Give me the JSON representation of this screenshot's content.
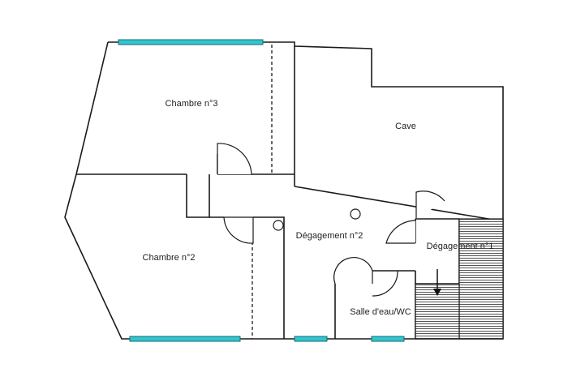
{
  "rooms": {
    "chambre3": "Chambre n°3",
    "cave": "Cave",
    "chambre2": "Chambre n°2",
    "degagement2": "Dégagement n°2",
    "degagement1": "Dégagement n°1",
    "salle_eau": "Salle d'eau/WC"
  },
  "colors": {
    "wall": "#1a1a1a",
    "window": "#2fc6cf",
    "stairs": "#8a8a8a"
  }
}
